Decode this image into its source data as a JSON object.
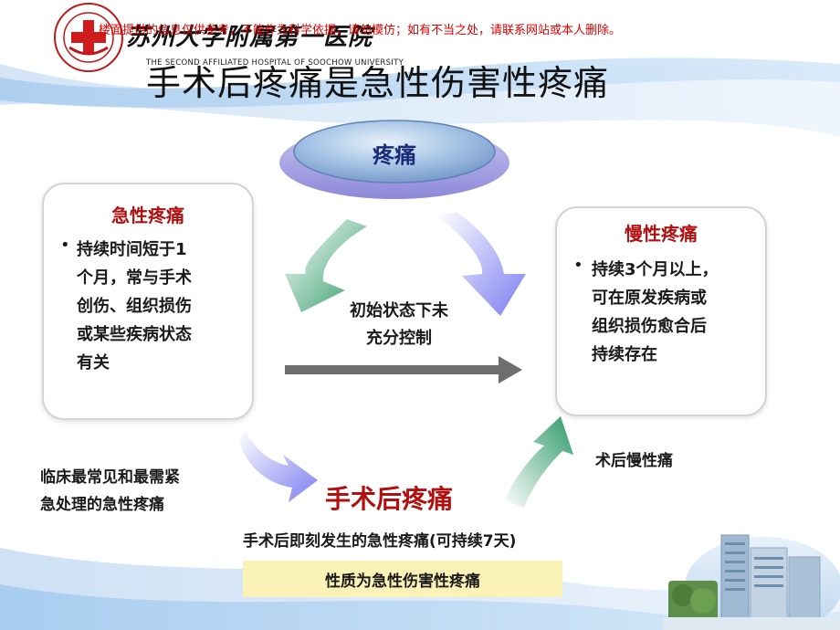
{
  "header": {
    "hospital_name": "苏州大学附属第一医院",
    "hospital_name_en": "THE SECOND AFFILIATED HOSPITAL OF SOOCHOW UNIVERSITY",
    "disclaimer": "楼面提供的信息仅供参考，不能作为科学依据，请勿模仿；如有不当之处，请联系网站或本人删除。"
  },
  "slide": {
    "title": "手术后疼痛是急性伤害性疼痛"
  },
  "diagram": {
    "top_node": "疼痛",
    "acute": {
      "title": "急性疼痛",
      "lines": [
        "持续时间短于1",
        "个月，常与手术",
        "创伤、组织损伤",
        "或某些疾病状态",
        "有关"
      ]
    },
    "chronic": {
      "title": "慢性疼痛",
      "lines": [
        "持续3个月以上，",
        "可在原发疾病或",
        "组织损伤愈合后",
        "持续存在"
      ]
    },
    "center_label": [
      "初始状态下未",
      "充分控制"
    ],
    "left_note": [
      "临床最常见和最需紧",
      "急处理的急性疼痛"
    ],
    "right_note": "术后慢性痛",
    "surgery_title": "手术后疼痛",
    "surgery_desc": "手术后即刻发生的急性疼痛(可持续7天)",
    "nature": "性质为急性伤害性疼痛"
  },
  "colors": {
    "title_red": "#b01010",
    "arrow_green": "#3aa070",
    "arrow_purple": "#8a8cf0",
    "gray_arrow": "#707070",
    "highlight": "#fbf2b8"
  }
}
